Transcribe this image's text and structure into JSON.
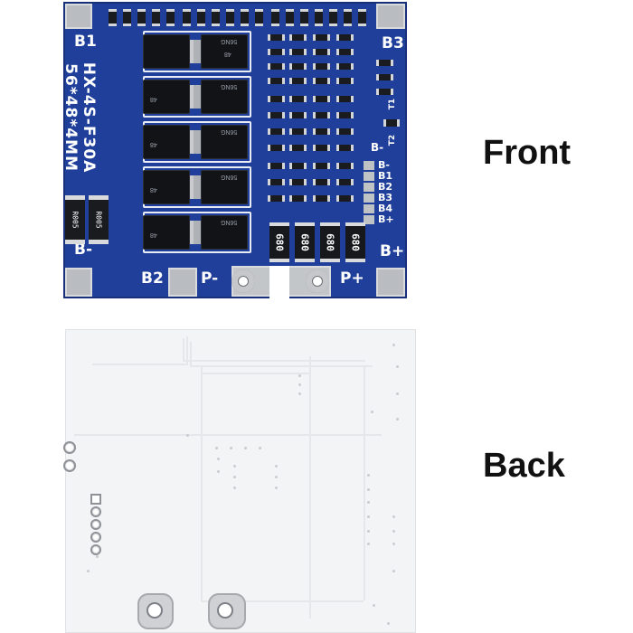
{
  "front": {
    "model_text": "HX-4S-F30A",
    "size_text": "56*48*4MM",
    "labels": {
      "b1": "B1",
      "b2": "B2",
      "b3": "B3",
      "b_minus_corner": "B-",
      "b_plus_corner": "B+",
      "p_minus": "P-",
      "p_plus": "P+",
      "t1": "T1",
      "t2": "T2",
      "b_minus_side": "B-"
    },
    "connector_labels": [
      "B-",
      "B1",
      "B2",
      "B3",
      "B4",
      "B+"
    ],
    "shunt_resistors": [
      "R005",
      "R005"
    ],
    "power_resistors": [
      "680",
      "680",
      "680",
      "680"
    ],
    "mosfet_markings": [
      "56NG",
      "48",
      "56NG",
      "48",
      "56NG",
      "48",
      "56NG",
      "48",
      "56NG",
      "48"
    ]
  },
  "back": {},
  "side_labels": {
    "front": "Front",
    "back": "Back"
  },
  "colors": {
    "pcb_blue": "#1f3f9a",
    "back_white": "#f3f4f6",
    "pad_silver": "#b9bcc0"
  }
}
